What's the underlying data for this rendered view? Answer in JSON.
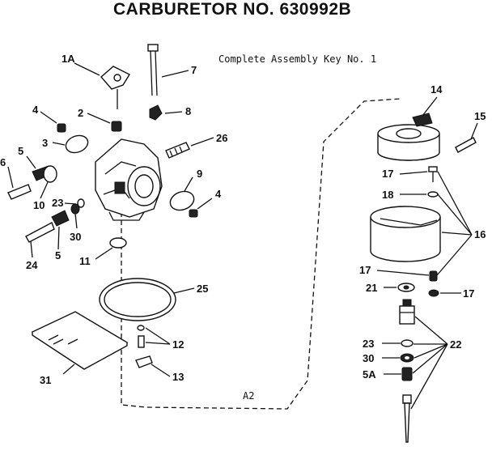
{
  "header": {
    "title": "CARBURETOR NO. 630992B"
  },
  "subtitle": "Complete Assembly Key No. 1",
  "sheet_label": "A2",
  "callouts": {
    "c1A": "1A",
    "c7": "7",
    "c2": "2",
    "c8": "8",
    "c4a": "4",
    "c3": "3",
    "c26": "26",
    "c5a": "5",
    "c6": "6",
    "c9": "9",
    "c4b": "4",
    "c10": "10",
    "c23a": "23",
    "c30a": "30",
    "c5b": "5",
    "c24": "24",
    "c11": "11",
    "c25": "25",
    "c12": "12",
    "c13": "13",
    "c31": "31",
    "c14": "14",
    "c15": "15",
    "c17a": "17",
    "c18": "18",
    "c16": "16",
    "c17b": "17",
    "c21": "21",
    "c17c": "17",
    "c22": "22",
    "c23b": "23",
    "c30b": "30",
    "c5A": "5A"
  }
}
